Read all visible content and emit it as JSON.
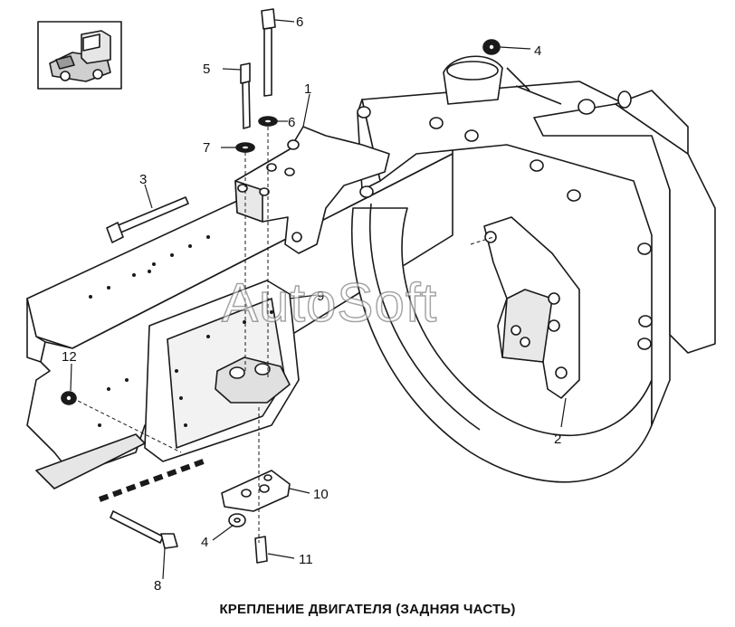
{
  "caption": "КРЕПЛЕНИЕ ДВИГАТЕЛЯ (ЗАДНЯЯ ЧАСТЬ)",
  "watermark": "AutoSoft",
  "callouts": [
    {
      "id": "c1",
      "label": "1"
    },
    {
      "id": "c2",
      "label": "2"
    },
    {
      "id": "c3",
      "label": "3"
    },
    {
      "id": "c4a",
      "label": "4"
    },
    {
      "id": "c4b",
      "label": "4"
    },
    {
      "id": "c5",
      "label": "5"
    },
    {
      "id": "c6a",
      "label": "6"
    },
    {
      "id": "c6b",
      "label": "6"
    },
    {
      "id": "c7",
      "label": "7"
    },
    {
      "id": "c8",
      "label": "8"
    },
    {
      "id": "c9",
      "label": "9"
    },
    {
      "id": "c10",
      "label": "10"
    },
    {
      "id": "c11",
      "label": "11"
    },
    {
      "id": "c12",
      "label": "12"
    }
  ],
  "colors": {
    "line": "#1a1a1a",
    "fill": "#ffffff",
    "shade": "#d9d9d9"
  }
}
